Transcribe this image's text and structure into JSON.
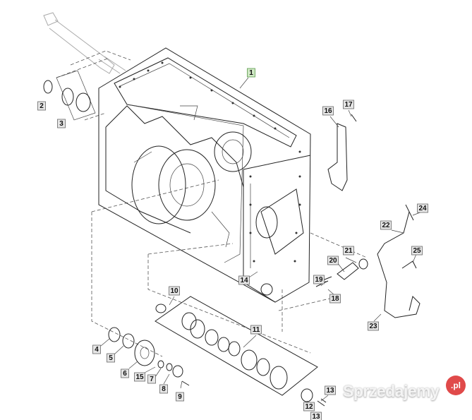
{
  "diagram": {
    "title": "Transmission housing exploded parts view",
    "highlight_color": "#cfe8c4",
    "callouts": [
      "1",
      "2",
      "3",
      "4",
      "5",
      "6",
      "7",
      "8",
      "9",
      "10",
      "11",
      "12",
      "13",
      "13",
      "14",
      "15",
      "16",
      "17",
      "18",
      "19",
      "20",
      "21",
      "22",
      "23",
      "24",
      "25"
    ],
    "highlighted_callout": "1"
  },
  "watermark": {
    "text": "Sprzedajemy",
    "badge": ".pl"
  }
}
